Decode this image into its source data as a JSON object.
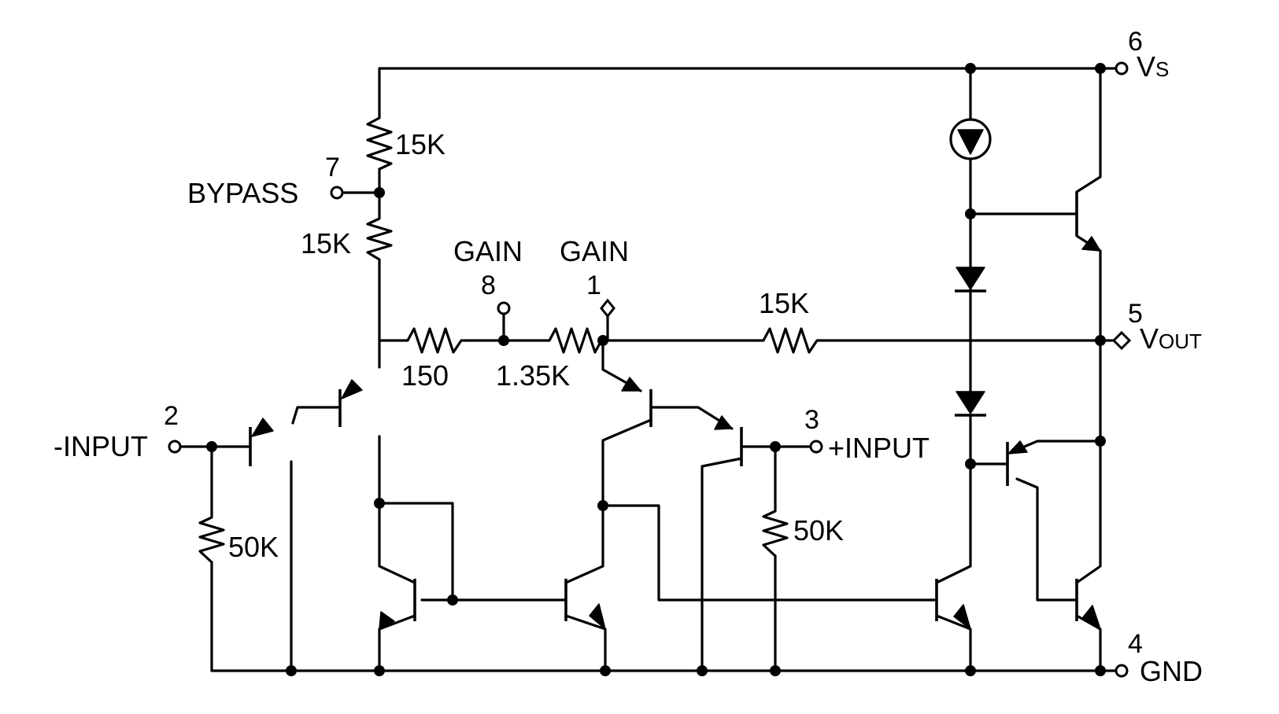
{
  "pins": {
    "p6": {
      "number": "6",
      "label_main": "V",
      "label_sub": "S"
    },
    "p7": {
      "number": "7",
      "label": "BYPASS"
    },
    "p8": {
      "number": "8",
      "label": "GAIN"
    },
    "p1": {
      "number": "1",
      "label": "GAIN"
    },
    "p5": {
      "number": "5",
      "label_main": "V",
      "label_sub": "OUT"
    },
    "p2": {
      "number": "2",
      "label": "-INPUT"
    },
    "p3": {
      "number": "3",
      "label": "+INPUT"
    },
    "p4": {
      "number": "4",
      "label": "GND"
    }
  },
  "resistors": {
    "r_bias_top": "15K",
    "r_bias_bottom": "15K",
    "r_gain_a": "150",
    "r_gain_b": "1.35K",
    "r_feedback": "15K",
    "r_in_neg": "50K",
    "r_in_pos": "50K"
  }
}
